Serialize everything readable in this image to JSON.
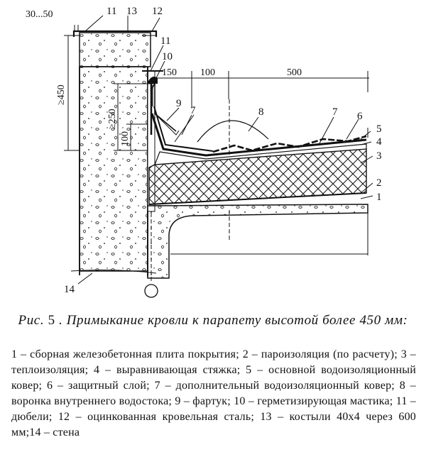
{
  "figure": {
    "caption_prefix": "Рис.",
    "caption_number": "5",
    "caption_title": ". Примыкание кровли к парапету высотой более 450 мм:",
    "legend_text": "1 – сборная железобетонная плита покрытия; 2 – пароизоляция (по расчету); 3 – теплоизоляция; 4 – выравнивающая стяжка; 5 – основной водоизоляционный ковер; 6 – защитный слой; 7 – дополнительный водоизоляционный ковер; 8 – воронка внутреннего водостока; 9 – фартук; 10 – герметизирующая мастика; 11 – дюбели; 12 – оцинкованная кровельная сталь; 13 – костыли 40х4 через 600 мм;14 – стена"
  },
  "labels": {
    "l1": "1",
    "l2": "2",
    "l3": "3",
    "l4": "4",
    "l5": "5",
    "l6": "6",
    "l7a": "7",
    "l7b": "7",
    "l8": "8",
    "l9": "9",
    "l10": "10",
    "l11a": "11",
    "l11b": "11",
    "l12": "12",
    "l13": "13",
    "l14": "14"
  },
  "dimensions": {
    "d_top": "30...50",
    "d_450": "≥450",
    "d_250": "≥250",
    "d_100v": "100",
    "d_150": "150",
    "d_100h": "100",
    "d_500": "500"
  }
}
